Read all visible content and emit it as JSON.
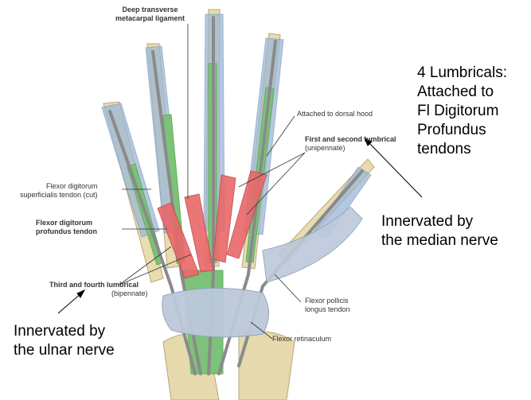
{
  "labels": {
    "deep_transverse_1": "Deep transverse",
    "deep_transverse_2": "metacarpal ligament",
    "attached_dorsal_hood": "Attached to dorsal hood",
    "first_second_lumbrical_1": "First and second lumbrical",
    "first_second_lumbrical_2": "(unipennate)",
    "fds_tendon_1": "Flexor digitorum",
    "fds_tendon_2": "superficialis tendon (cut)",
    "fdp_tendon_1": "Flexor digitorum",
    "fdp_tendon_2": "profundus tendon",
    "third_fourth_lumbrical_1": "Third and fourth lumbrical",
    "third_fourth_lumbrical_2": "(bipennate)",
    "fpl_tendon_1": "Flexor pollicis",
    "fpl_tendon_2": "longus tendon",
    "flexor_retinaculum": "Flexor retinaculum"
  },
  "notes": {
    "lumbricals_1": "4 Lumbricals:",
    "lumbricals_2": "Attached to",
    "lumbricals_3": "Fl Digitorum",
    "lumbricals_4": "Profundus",
    "lumbricals_5": "tendons",
    "median_1": "Innervated by",
    "median_2": "the median nerve",
    "ulnar_1": "Innervated by",
    "ulnar_2": "the ulnar nerve"
  },
  "colors": {
    "bone": "#e8dcb0",
    "sheath": "#9bb8d6",
    "tendon_fds": "#7cc27a",
    "tendon_fdp": "#9a9a9a",
    "lumbrical": "#e8686a",
    "ligament": "#bcc9da"
  }
}
